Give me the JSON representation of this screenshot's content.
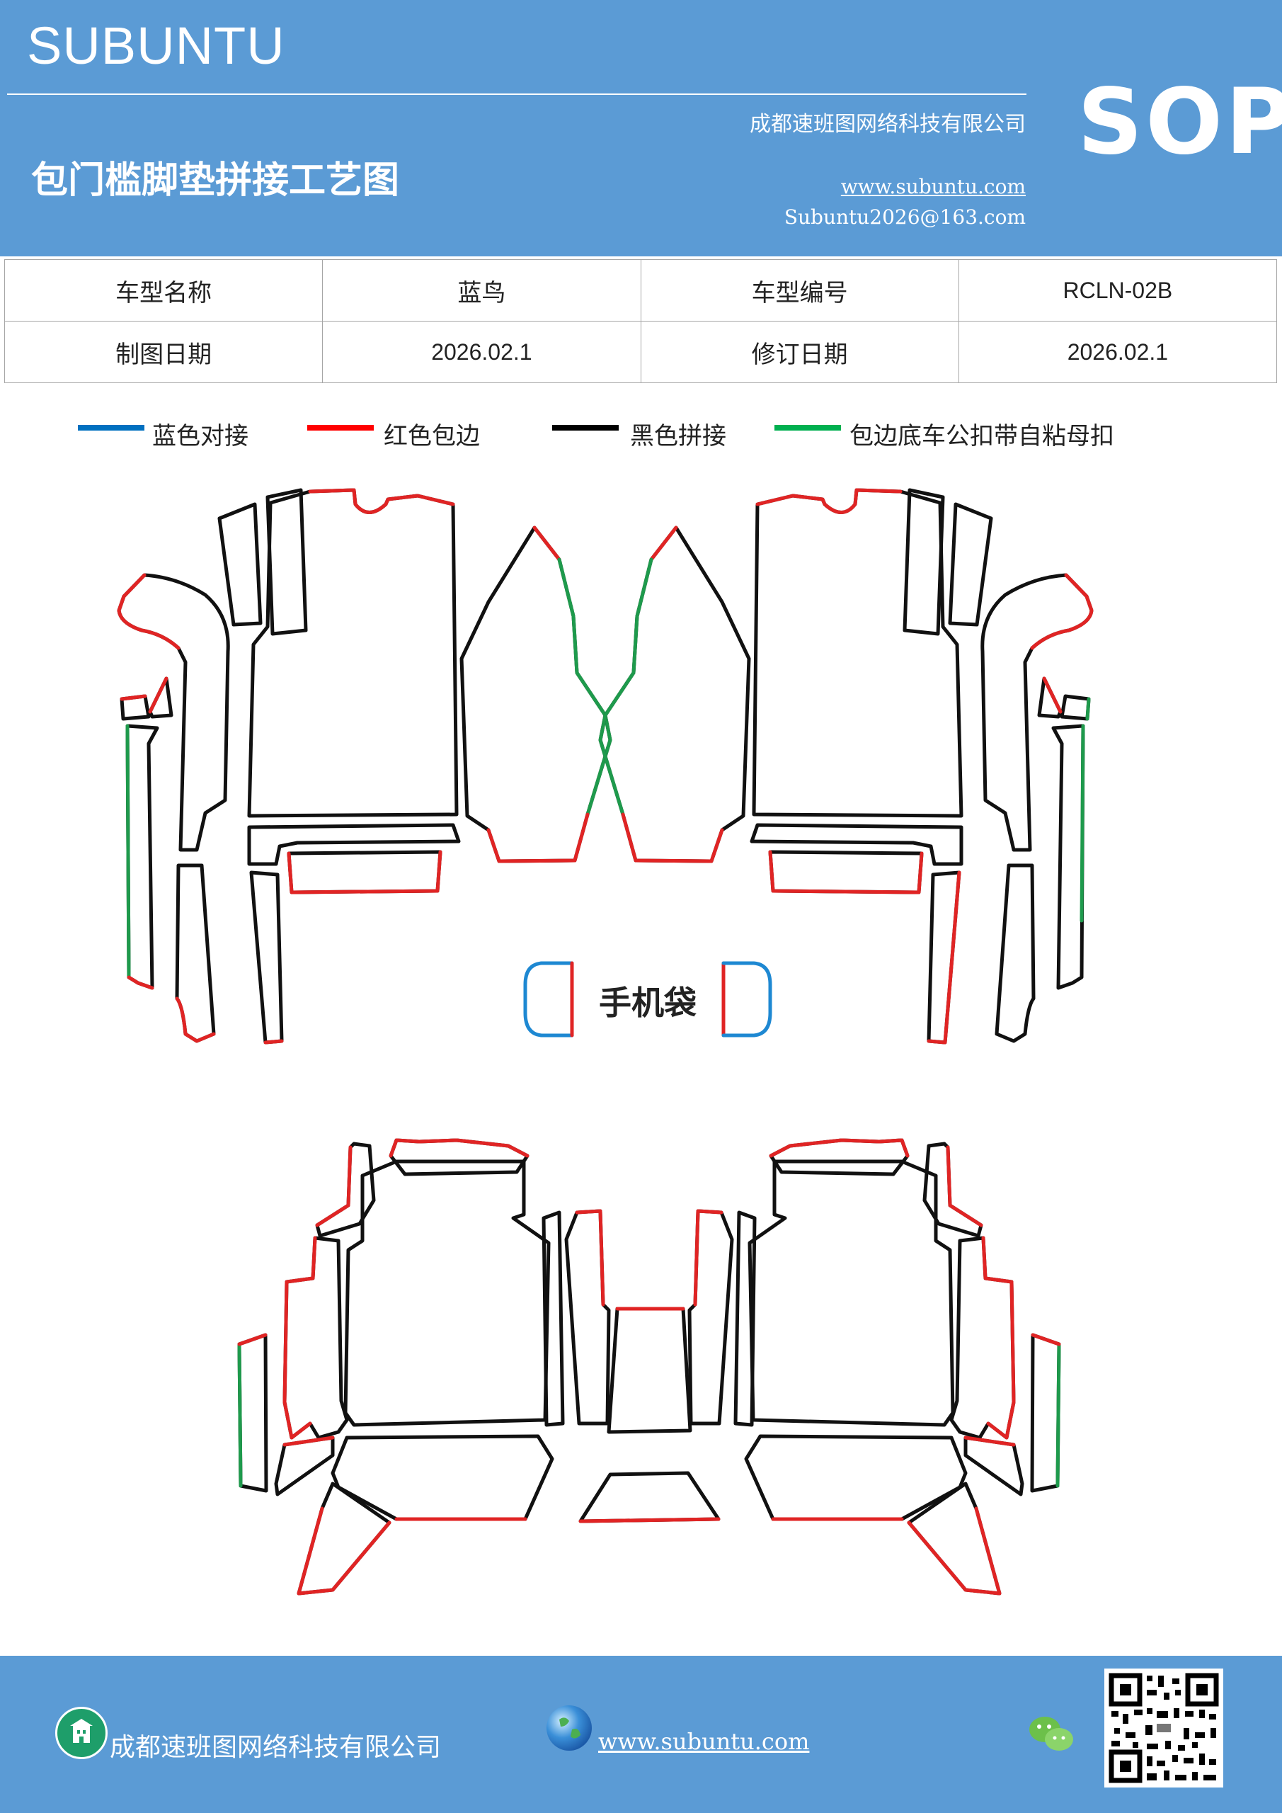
{
  "header": {
    "brand": "SUBUNTU",
    "title": "包门槛脚垫拼接工艺图",
    "company": "成都速班图网络科技有限公司",
    "website": "www.subuntu.com",
    "email": "Subuntu2026@163.com",
    "badge": "SOP"
  },
  "info_table": {
    "rows": [
      [
        {
          "label": "车型名称"
        },
        {
          "value": "蓝鸟"
        },
        {
          "label": "车型编号"
        },
        {
          "value": "RCLN-02B"
        }
      ],
      [
        {
          "label": "制图日期"
        },
        {
          "value": "2026.02.1"
        },
        {
          "label": "修订日期"
        },
        {
          "value": "2026.02.1"
        }
      ]
    ]
  },
  "legend": [
    {
      "label": "蓝色对接",
      "color": "#0070c0"
    },
    {
      "label": "红色包边",
      "color": "#ff0000"
    },
    {
      "label": "黑色拼接",
      "color": "#000000"
    },
    {
      "label": "包边底车公扣带自粘母扣",
      "color": "#00b050"
    }
  ],
  "diagram": {
    "phone_pocket_label": "手机袋",
    "line_colors": {
      "blue": "#1e88d2",
      "red": "#e02424",
      "black": "#111111",
      "green": "#1e9a4c"
    }
  },
  "footer": {
    "company": "成都速班图网络科技有限公司",
    "website": "www.subuntu.com ",
    "icons": [
      "building-icon",
      "globe-icon",
      "wechat-icon",
      "qr-code"
    ]
  },
  "colors": {
    "primary_blue": "#5b9bd5",
    "white": "#ffffff"
  }
}
